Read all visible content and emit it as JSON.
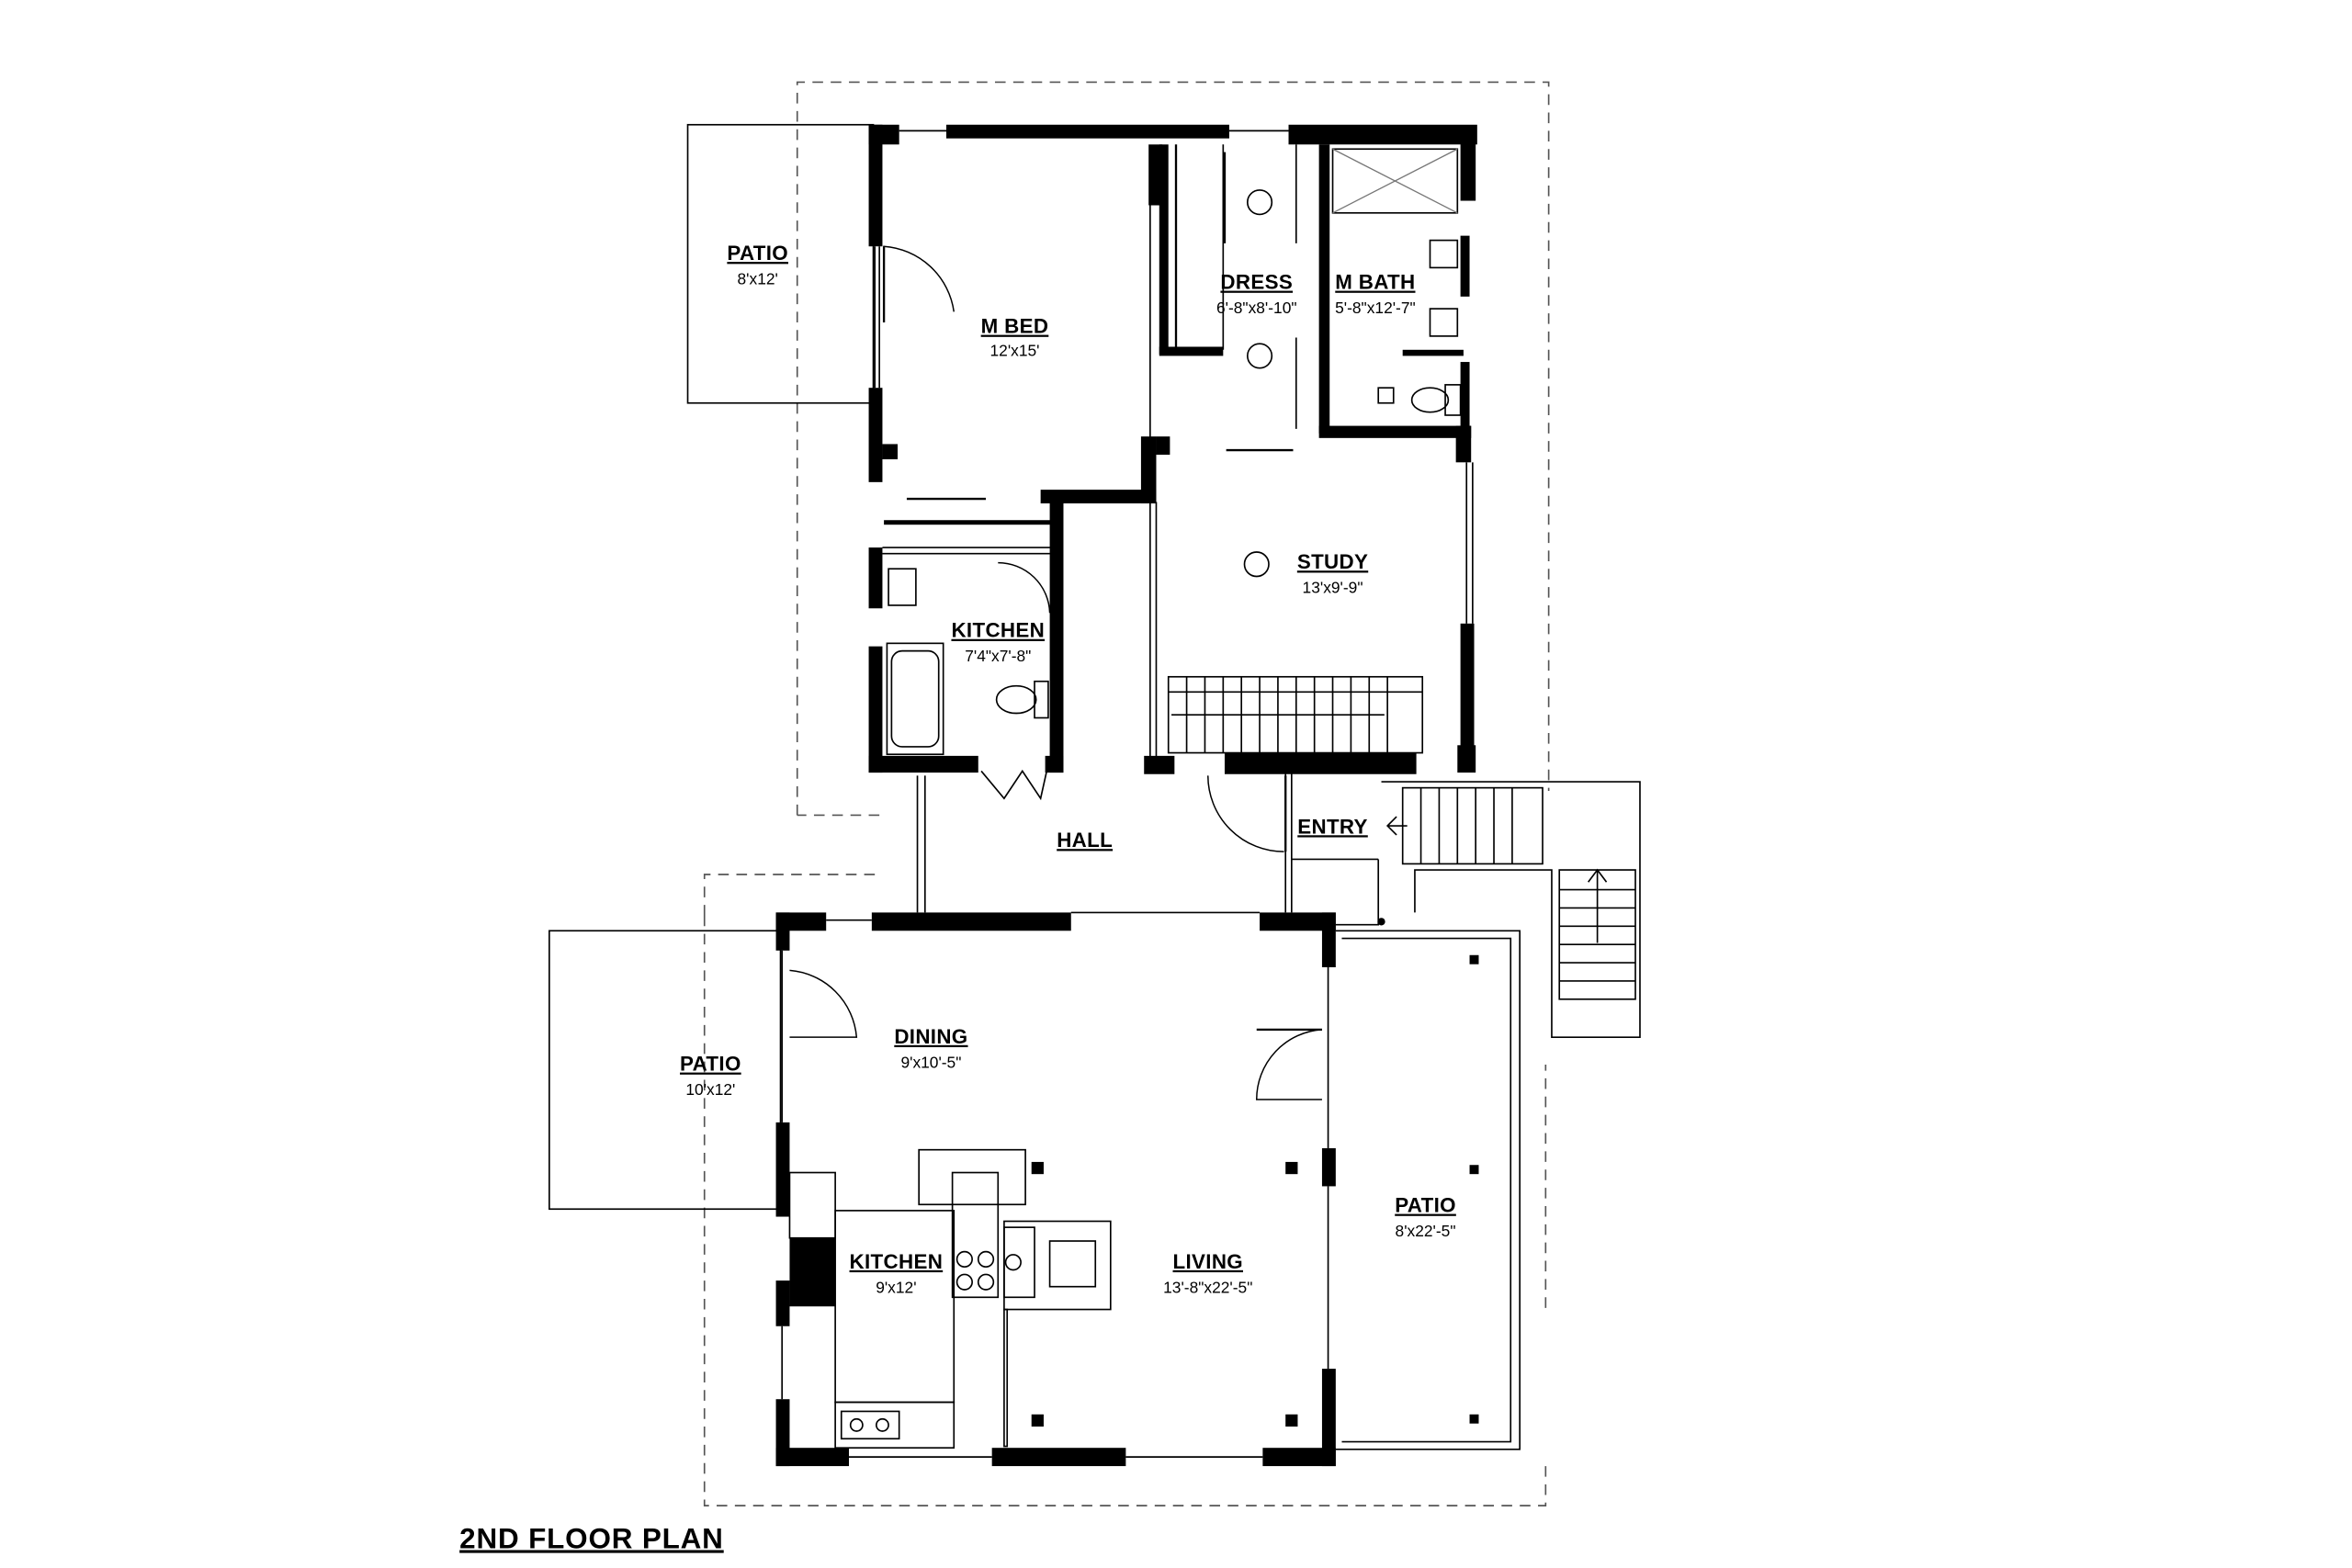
{
  "plan_title": "2ND FLOOR PLAN",
  "rooms": {
    "patio_upper": {
      "name": "PATIO",
      "dims": "8'x12'"
    },
    "m_bed": {
      "name": "M BED",
      "dims": "12'x15'"
    },
    "dress": {
      "name": "DRESS",
      "dims": "6'-8\"x8'-10\""
    },
    "m_bath": {
      "name": "M BATH",
      "dims": "5'-8\"x12'-7\""
    },
    "study": {
      "name": "STUDY",
      "dims": "13'x9'-9\""
    },
    "bath_small": {
      "name": "KITCHEN",
      "dims": "7'4\"x7'-8\""
    },
    "hall": {
      "name": "HALL",
      "dims": ""
    },
    "entry": {
      "name": "ENTRY",
      "dims": ""
    },
    "dining": {
      "name": "DINING",
      "dims": "9'x10'-5\""
    },
    "patio_left": {
      "name": "PATIO",
      "dims": "10'x12'"
    },
    "kitchen": {
      "name": "KITCHEN",
      "dims": "9'x12'"
    },
    "living": {
      "name": "LIVING",
      "dims": "13'-8\"x22'-5\""
    },
    "patio_right": {
      "name": "PATIO",
      "dims": "8'x22'-5\""
    }
  }
}
